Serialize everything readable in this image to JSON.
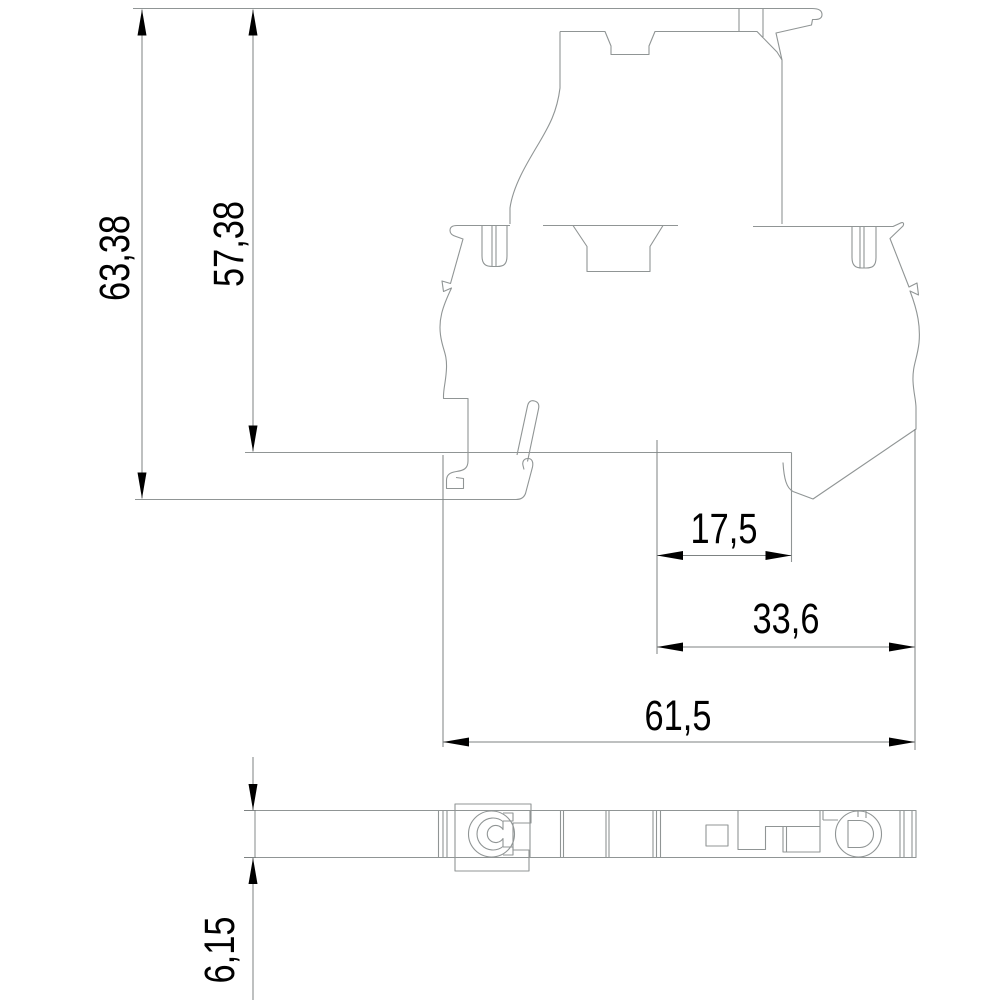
{
  "drawing": {
    "type": "technical-dimension-drawing",
    "views": {
      "side_view": "terminal-block-side-profile",
      "bottom_view": "terminal-block-bottom-profile"
    },
    "dims": {
      "overall_height": {
        "value": "63,38"
      },
      "upper_height": {
        "value": "57,38"
      },
      "notch_width": {
        "value": "17,5"
      },
      "body_width": {
        "value": "33,6"
      },
      "overall_width": {
        "value": "61,5"
      },
      "profile_thickness": {
        "value": "6,15"
      }
    },
    "colors": {
      "background": "#ffffff",
      "outline": "#909595",
      "dimension": "#7d8282",
      "text": "#000000"
    }
  }
}
